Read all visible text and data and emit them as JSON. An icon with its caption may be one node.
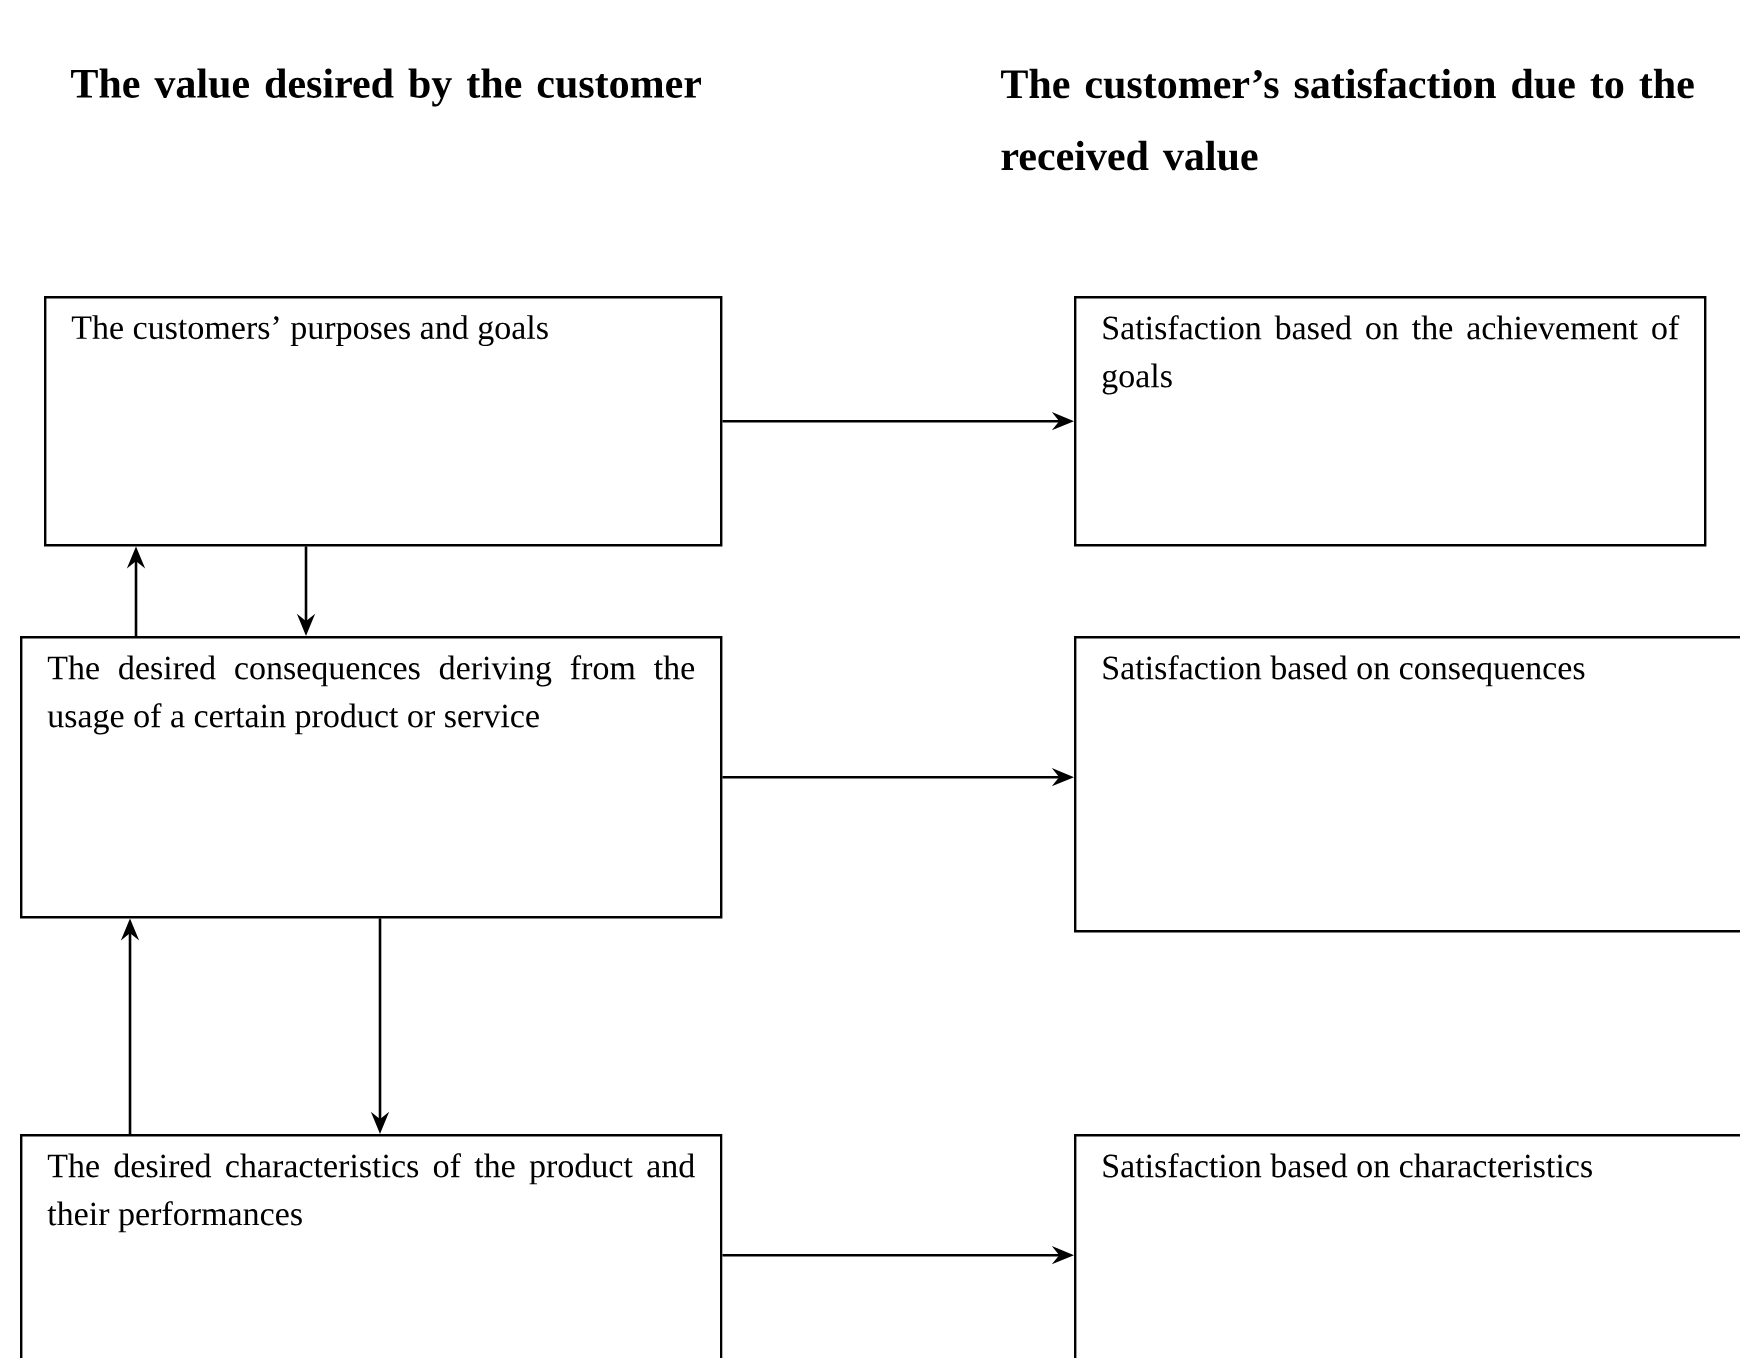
{
  "diagram": {
    "nodes": [
      {
        "text": [
          "The customers’ purposes and goals"
        ]
      },
      {
        "text": [
          "Satisfaction based on the achievement of goals"
        ]
      },
      {
        "text": [
          "The desired consequences deriving from the usage of a certain product or service"
        ]
      },
      {
        "text": [
          "Satisfaction based on consequences"
        ]
      },
      {
        "text": [
          "The desired characteristics of the product and their performances"
        ]
      },
      {
        "text": [
          "Satisfaction based on characteristics"
        ]
      }
    ],
    "edges": [
      {
        "from": 0,
        "to": 1,
        "arrow": "to"
      },
      {
        "from": 2,
        "to": 0,
        "arrow": "to"
      },
      {
        "from": 0,
        "to": 2,
        "arrow": "to"
      },
      {
        "from": 2,
        "to": 3,
        "arrow": "to"
      },
      {
        "from": 4,
        "to": 2,
        "arrow": "to"
      },
      {
        "from": 2,
        "to": 4,
        "arrow": "to"
      },
      {
        "from": 4,
        "to": 5,
        "arrow": "to"
      }
    ],
    "labels": [
      "The value desired by the customer",
      "The customer’s satisfaction due to the received value"
    ]
  }
}
